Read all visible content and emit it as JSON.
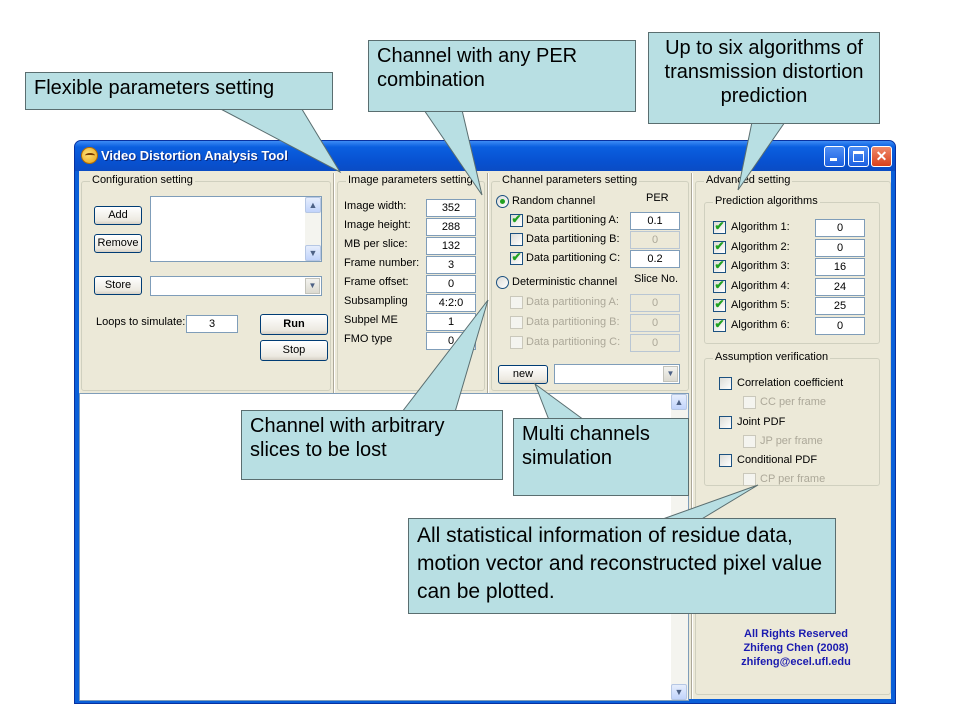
{
  "window": {
    "title": "Video Distortion Analysis Tool",
    "icon": "smiley-app-icon",
    "controls": [
      "minimize",
      "maximize",
      "close"
    ]
  },
  "configuration": {
    "group_label": "Configuration setting",
    "add_label": "Add",
    "remove_label": "Remove",
    "store_label": "Store",
    "store_selected": "",
    "loops_label": "Loops to simulate:",
    "loops_value": "3",
    "run_label": "Run",
    "stop_label": "Stop"
  },
  "image_params": {
    "group_label": "Image parameters setting",
    "rows": [
      {
        "label": "Image width:",
        "value": "352"
      },
      {
        "label": "Image height:",
        "value": "288"
      },
      {
        "label": "MB per slice:",
        "value": "132"
      },
      {
        "label": "Frame number:",
        "value": "3"
      },
      {
        "label": "Frame offset:",
        "value": "0"
      },
      {
        "label": "Subsampling",
        "value": "4:2:0"
      },
      {
        "label": "Subpel ME",
        "value": "1"
      },
      {
        "label": "FMO type",
        "value": "0"
      }
    ]
  },
  "channel_params": {
    "group_label": "Channel parameters setting",
    "random_label": "Random channel",
    "random_selected": true,
    "per_header": "PER",
    "random_rows": [
      {
        "label": "Data partitioning A:",
        "checked": true,
        "value": "0.1",
        "enabled": true
      },
      {
        "label": "Data partitioning B:",
        "checked": false,
        "value": "0",
        "enabled": false
      },
      {
        "label": "Data partitioning C:",
        "checked": true,
        "value": "0.2",
        "enabled": true
      }
    ],
    "deterministic_label": "Deterministic channel",
    "deterministic_selected": false,
    "slice_header": "Slice No.",
    "deterministic_rows": [
      {
        "label": "Data partitioning A:",
        "checked": false,
        "value": "0"
      },
      {
        "label": "Data partitioning B:",
        "checked": false,
        "value": "0"
      },
      {
        "label": "Data partitioning C:",
        "checked": false,
        "value": "0"
      }
    ],
    "new_label": "new",
    "channel_selected": ""
  },
  "advanced": {
    "group_label": "Advanced setting",
    "prediction_label": "Prediction algorithms",
    "algorithms": [
      {
        "label": "Algorithm 1:",
        "checked": true,
        "value": "0"
      },
      {
        "label": "Algorithm 2:",
        "checked": true,
        "value": "0"
      },
      {
        "label": "Algorithm 3:",
        "checked": true,
        "value": "16"
      },
      {
        "label": "Algorithm 4:",
        "checked": true,
        "value": "24"
      },
      {
        "label": "Algorithm 5:",
        "checked": true,
        "value": "25"
      },
      {
        "label": "Algorithm 6:",
        "checked": true,
        "value": "0"
      }
    ],
    "assumption_label": "Assumption verification",
    "assumptions": [
      {
        "label": "Correlation coefficient",
        "checked": false,
        "sub_label": "CC per frame"
      },
      {
        "label": "Joint PDF",
        "checked": false,
        "sub_label": "JP per frame"
      },
      {
        "label": "Conditional PDF",
        "checked": false,
        "sub_label": "CP per frame"
      }
    ],
    "credits": [
      "All Rights Reserved",
      "Zhifeng Chen (2008)",
      "zhifeng@ecel.ufl.edu"
    ],
    "credits_color": "#1b1bb0"
  },
  "callouts": [
    {
      "id": "flexible",
      "text": "Flexible parameters setting"
    },
    {
      "id": "per",
      "text": "Channel with any PER combination"
    },
    {
      "id": "algorithms",
      "text": "Up to six algorithms of transmission distortion prediction"
    },
    {
      "id": "arbitrary",
      "text": "Channel with arbitrary slices to be lost"
    },
    {
      "id": "multi",
      "text": "Multi channels simulation"
    },
    {
      "id": "statistical",
      "text": "All statistical information of residue data, motion vector and reconstructed pixel value can be plotted."
    }
  ],
  "colors": {
    "callout_fill": "#b8dfe3",
    "titlebar": "#0a5fd8",
    "dialog_bg": "#ece9d8",
    "check_green": "#21a121"
  }
}
